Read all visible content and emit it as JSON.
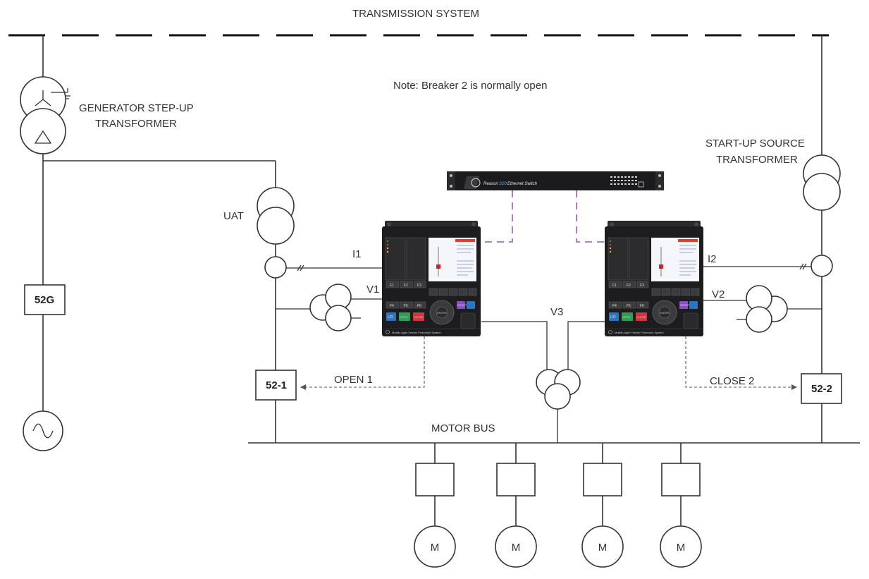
{
  "labels": {
    "transmission_system": "TRANSMISSION SYSTEM",
    "note": "Note: Breaker 2 is  normally open",
    "gsu_line1": "GENERATOR STEP-UP",
    "gsu_line2": "TRANSFORMER",
    "startup_line1": "START-UP SOURCE",
    "startup_line2": "TRANSFORMER",
    "uat": "UAT",
    "i1": "I1",
    "i2": "I2",
    "v1": "V1",
    "v2": "V2",
    "v3": "V3",
    "open1": "OPEN 1",
    "close2": "CLOSE 2",
    "motor_bus": "MOTOR BUS"
  },
  "breakers": {
    "b52g": "52G",
    "b52_1": "52-1",
    "b52_2": "52-2"
  },
  "motors": [
    "M",
    "M",
    "M",
    "M"
  ],
  "ethernet_switch": {
    "brand": "Reason",
    "model": "S20",
    "name": "Ethernet Switch"
  },
  "relay": {
    "fkeys": [
      "F1",
      "F2",
      "F3",
      "F4",
      "F5",
      "F6"
    ],
    "bottom_buttons": [
      "L/R",
      "OPEN",
      "CLOSE"
    ],
    "enter_label": "ENTER",
    "reset_label": "RESET",
    "footer": "Multilin Agile Feeder Protection System"
  },
  "colors": {
    "ethernet_link": "#b57ac9",
    "open_button": "#2e9e52",
    "close_button": "#d8323c",
    "lr_button": "#2f74c0",
    "reset_button": "#8b4fc4",
    "alarm_led": "#e53935",
    "highlight": "#e53935"
  }
}
